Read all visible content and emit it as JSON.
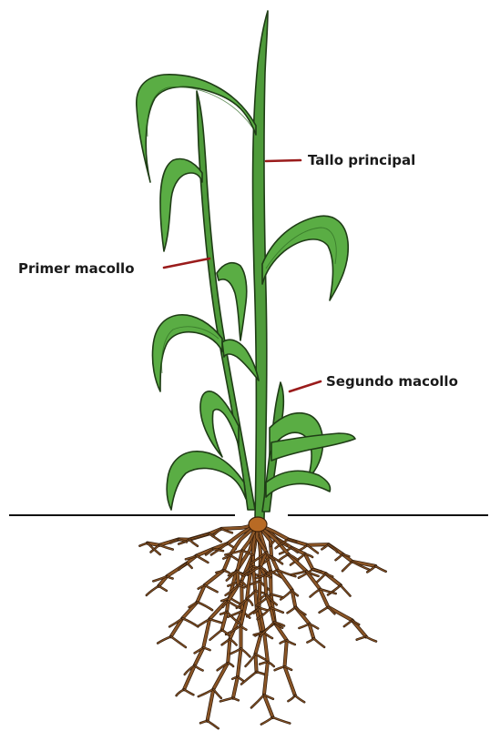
{
  "labels": {
    "main_stem": "Tallo principal",
    "first_tiller": "Primer macollo",
    "second_tiller": "Segundo macollo"
  },
  "colors": {
    "leaf": "#5aad44",
    "leaf_outline": "#1f3d16",
    "root": "#8a5526",
    "leader_line": "#9a1b1b",
    "ground_line": "#111111"
  }
}
